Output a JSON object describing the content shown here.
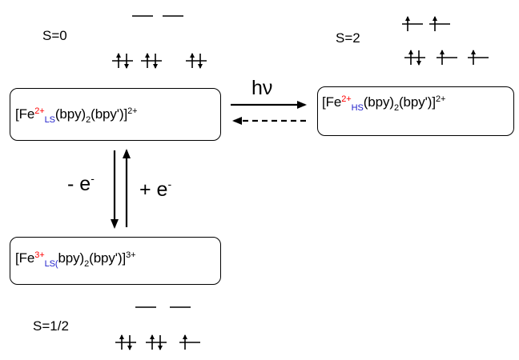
{
  "colors": {
    "ox_state": "#ff0000",
    "spin_state": "#2222cc",
    "ink": "#000000"
  },
  "states": {
    "ls_fe2": {
      "spin_label": "S=0",
      "formula": {
        "open": "[Fe",
        "ox": "2+",
        "spin": "LS",
        "b1": "(bpy)",
        "n1": "2",
        "b2": "(bpy')]",
        "charge": "2+"
      },
      "orbitals": {
        "eg": [
          0,
          0
        ],
        "t2g": [
          2,
          2,
          2
        ]
      }
    },
    "hs_fe2": {
      "spin_label": "S=2",
      "formula": {
        "open": "[Fe",
        "ox": "2+",
        "spin": "HS",
        "b1": "(bpy)",
        "n1": "2",
        "b2": "(bpy')]",
        "charge": "2+"
      },
      "orbitals": {
        "eg": [
          1,
          1
        ],
        "t2g": [
          2,
          1,
          1
        ]
      }
    },
    "ls_fe3": {
      "spin_label": "S=1/2",
      "formula": {
        "open": "[Fe",
        "ox": "3+",
        "spin": "LS(",
        "b1": "bpy)",
        "n1": "2",
        "b2": "(bpy')]",
        "charge": "3+"
      },
      "orbitals": {
        "eg": [
          0,
          0
        ],
        "t2g": [
          2,
          2,
          1
        ]
      }
    }
  },
  "transitions": {
    "photo": "hν",
    "oxidation": {
      "minus": "- e",
      "minus_sup": "-"
    },
    "reduction": {
      "plus": "+ e",
      "plus_sup": "-"
    }
  }
}
